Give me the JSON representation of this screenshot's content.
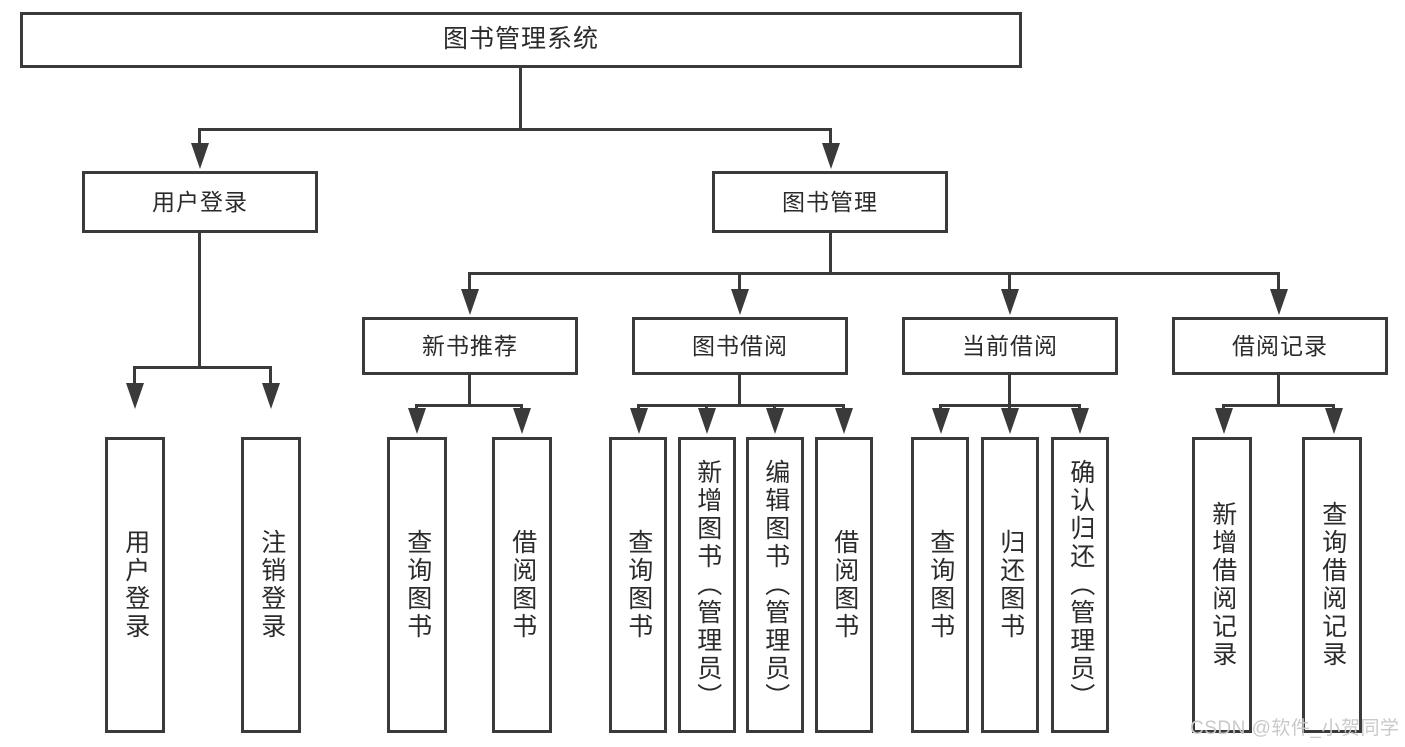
{
  "diagram": {
    "title": "图书管理系统",
    "root": {
      "label": "图书管理系统"
    },
    "level2": [
      {
        "label": "用户登录"
      },
      {
        "label": "图书管理"
      }
    ],
    "level3": [
      {
        "label": "新书推荐"
      },
      {
        "label": "图书借阅"
      },
      {
        "label": "当前借阅"
      },
      {
        "label": "借阅记录"
      }
    ],
    "leaves": {
      "user_login": [
        {
          "label": "用户登录"
        },
        {
          "label": "注销登录"
        }
      ],
      "new_book_recommend": [
        {
          "label": "查询图书"
        },
        {
          "label": "借阅图书"
        }
      ],
      "book_borrow": [
        {
          "label": "查询图书"
        },
        {
          "label": "新增图书（管理员）"
        },
        {
          "label": "编辑图书（管理员）"
        },
        {
          "label": "借阅图书"
        }
      ],
      "current_borrow": [
        {
          "label": "查询图书"
        },
        {
          "label": "归还图书"
        },
        {
          "label": "确认归还（管理员）"
        }
      ],
      "borrow_record": [
        {
          "label": "新增借阅记录"
        },
        {
          "label": "查询借阅记录"
        }
      ]
    }
  },
  "watermark": {
    "text": "CSDN @软件_小贺同学"
  },
  "colors": {
    "stroke": "#3a3a3a",
    "text": "#2b2b2b",
    "background": "#ffffff",
    "watermark": "#c9c9c9"
  }
}
